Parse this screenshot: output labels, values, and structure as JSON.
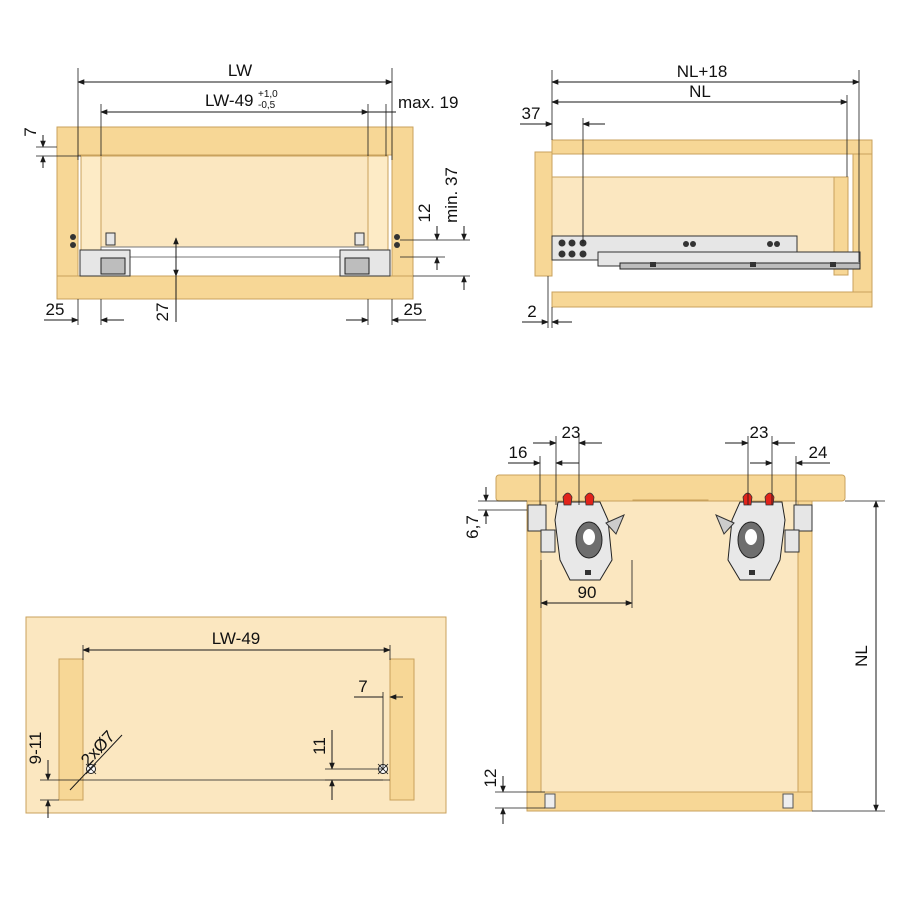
{
  "colors": {
    "wood": "#f7d796",
    "wood_light": "#fdebc6",
    "panel": "#fbe7c0",
    "edge": "#c9a25c",
    "clip_red": "#e2231a",
    "line": "#1a1a1a"
  },
  "labels": {
    "front_lw": "LW",
    "front_lw49": "LW-49",
    "front_lw49_tol_top": "+1,0",
    "front_lw49_tol_bot": "-0,5",
    "front_max19": "max. 19",
    "front_7": "7",
    "front_min37": "min. 37",
    "front_12": "12",
    "front_27": "27",
    "front_25_left": "25",
    "front_25_right": "25",
    "side_nl18": "NL+18",
    "side_nl": "NL",
    "side_37": "37",
    "side_2": "2",
    "top_23_left": "23",
    "top_16": "16",
    "top_23_right": "23",
    "top_24": "24",
    "top_67": "6,7",
    "top_90": "90",
    "top_nl": "NL",
    "top_12": "12",
    "bottom_lw49": "LW-49",
    "bottom_7": "7",
    "bottom_11": "11",
    "bottom_2x07": "2xØ7",
    "bottom_911": "9-11"
  }
}
